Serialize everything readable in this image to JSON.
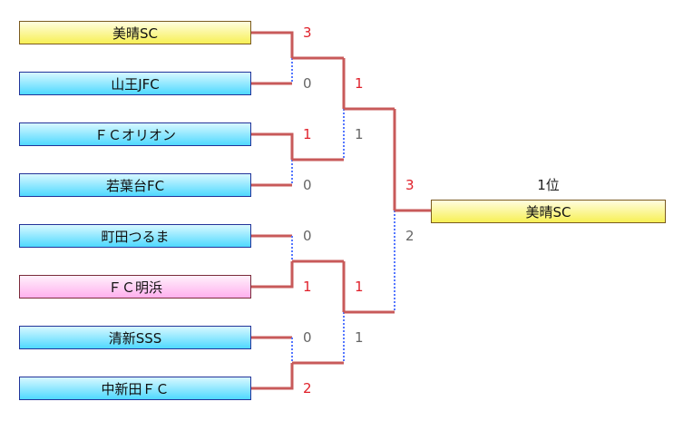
{
  "teams": [
    {
      "name": "美晴SC",
      "color": "yellow"
    },
    {
      "name": "山王JFC",
      "color": "cyan"
    },
    {
      "name": "ＦＣオリオン",
      "color": "cyan"
    },
    {
      "name": "若葉台FC",
      "color": "cyan"
    },
    {
      "name": "町田つるま",
      "color": "cyan"
    },
    {
      "name": "ＦＣ明浜",
      "color": "pink"
    },
    {
      "name": "清新SSS",
      "color": "cyan"
    },
    {
      "name": "中新田ＦＣ",
      "color": "cyan"
    }
  ],
  "round1_scores": [
    "3",
    "0",
    "1",
    "0",
    "0",
    "1",
    "0",
    "2"
  ],
  "round2_scores": [
    "1",
    "1",
    "1",
    "1"
  ],
  "final_scores": [
    "3",
    "2"
  ],
  "champion": {
    "rank_label": "1位",
    "name": "美晴SC"
  },
  "colors": {
    "win_line": "#c85a5a",
    "lose_line": "#5577ff",
    "win_text": "#e0202a",
    "lose_text": "#666666"
  }
}
